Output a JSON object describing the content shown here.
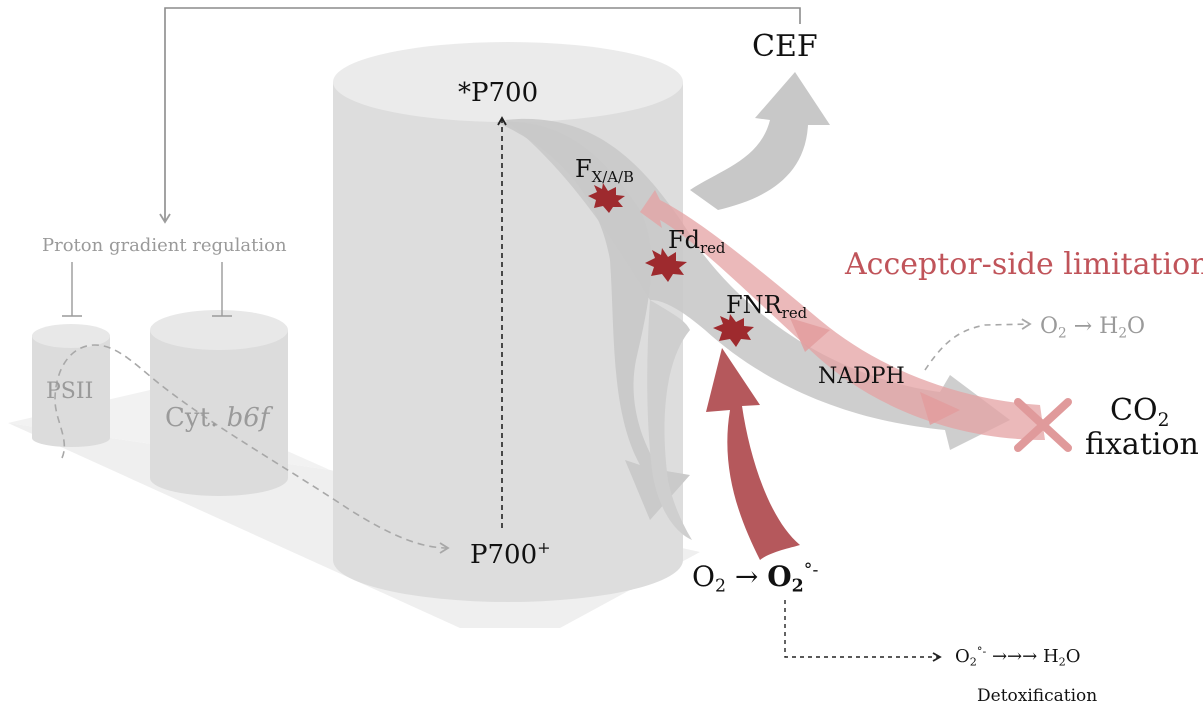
{
  "labels": {
    "cef": "CEF",
    "p700_excited": "*P700",
    "p700_ox_base": "P700",
    "p700_ox_sup": "+",
    "fxab_base": "F",
    "fxab_sub": "X/A/B",
    "fd_base": "Fd",
    "fd_sub": "red",
    "fnr_base": "FNR",
    "fnr_sub": "red",
    "acceptor_limitation": "Acceptor-side limitation",
    "nadph": "NADPH",
    "water_o2": "O",
    "water_o2_sub": "2",
    "water_arrow": " → ",
    "water_h2o_h": "H",
    "water_h2o_sub": "2",
    "water_h2o_o": "O",
    "co2_base": "CO",
    "co2_sub": "2",
    "fixation": "fixation",
    "proton_gradient": "Proton gradient regulation",
    "psii": "PSII",
    "cytb6f_plain": "Cyt. ",
    "cytb6f_italic": "b6f",
    "o2_base": "O",
    "o2_sub": "2",
    "o2_arrow": " → ",
    "superoxide_base": "O",
    "superoxide_sub": "2",
    "superoxide_sup": "°-",
    "detox_chain_base": "O",
    "detox_chain_sub": "2",
    "detox_chain_sup": "°-",
    "detox_chain_arrows": " →→→ ",
    "detox_chain_h": "H",
    "detox_chain_h2o_sub": "2",
    "detox_chain_o": "O",
    "detoxification": "Detoxification"
  },
  "colors": {
    "cylinder": "#dedede",
    "cylinder_top": "#ebebeb",
    "platform": "#efefef",
    "grey_arrow": "#c4c4c4",
    "red_arrow": "#b5585c",
    "pink_arrow": "#e4a2a3",
    "burst": "#9e2a2e",
    "line_dark": "#222222",
    "line_grey": "#8c8c8c"
  }
}
